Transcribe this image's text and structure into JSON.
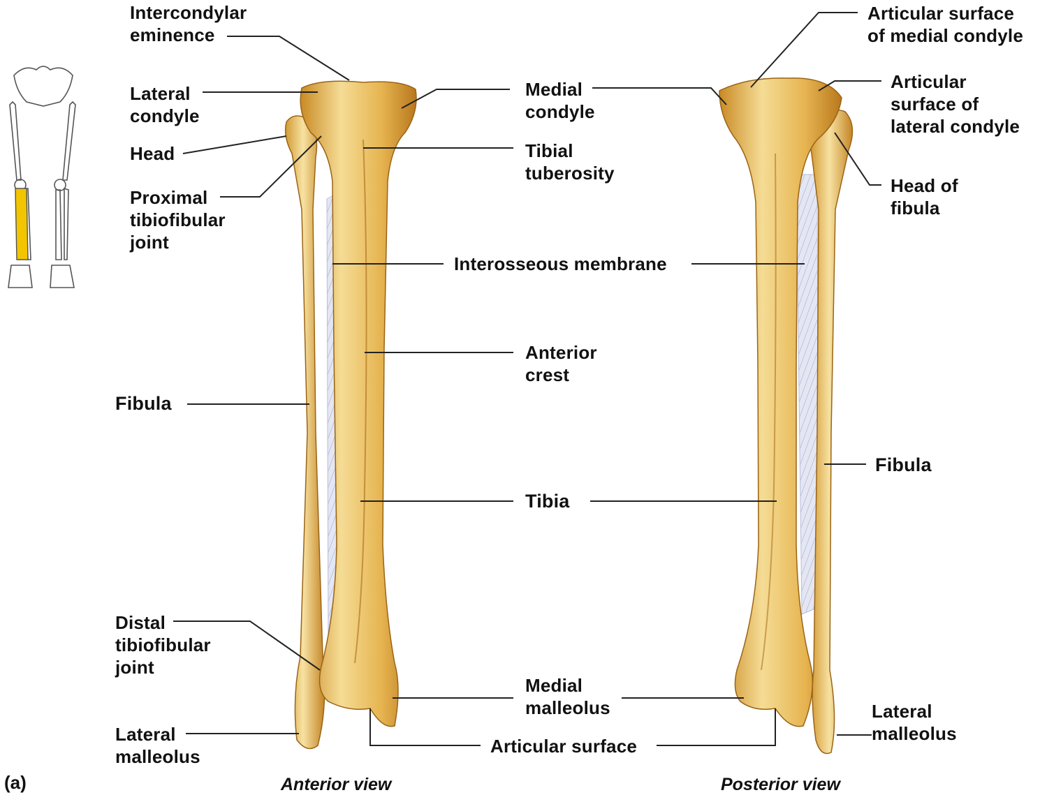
{
  "panel_label": "(a)",
  "views": {
    "anterior": "Anterior view",
    "posterior": "Posterior view"
  },
  "labels": {
    "intercondylar_eminence": "Intercondylar\neminence",
    "lateral_condyle": "Lateral\ncondyle",
    "head": "Head",
    "proximal_tibiofibular_joint": "Proximal\ntibiofibular\njoint",
    "fibula_left": "Fibula",
    "distal_tibiofibular_joint": "Distal\ntibiofibular\njoint",
    "lateral_malleolus_left": "Lateral\nmalleolus",
    "medial_condyle": "Medial\ncondyle",
    "tibial_tuberosity": "Tibial\ntuberosity",
    "interosseous_membrane": "Interosseous membrane",
    "anterior_crest": "Anterior\ncrest",
    "tibia": "Tibia",
    "medial_malleolus": "Medial\nmalleolus",
    "articular_surface": "Articular surface",
    "articular_surface_medial_condyle": "Articular surface\nof medial condyle",
    "articular_surface_lateral_condyle": "Articular\nsurface of\nlateral condyle",
    "head_of_fibula": "Head of\nfibula",
    "fibula_right": "Fibula",
    "lateral_malleolus_right": "Lateral\nmalleolus"
  },
  "colors": {
    "bone_light": "#f3d58a",
    "bone_mid": "#e0ac45",
    "bone_dark": "#b8781c",
    "membrane": "#c9cde6",
    "leader": "#222222",
    "highlight": "#f2c500"
  }
}
